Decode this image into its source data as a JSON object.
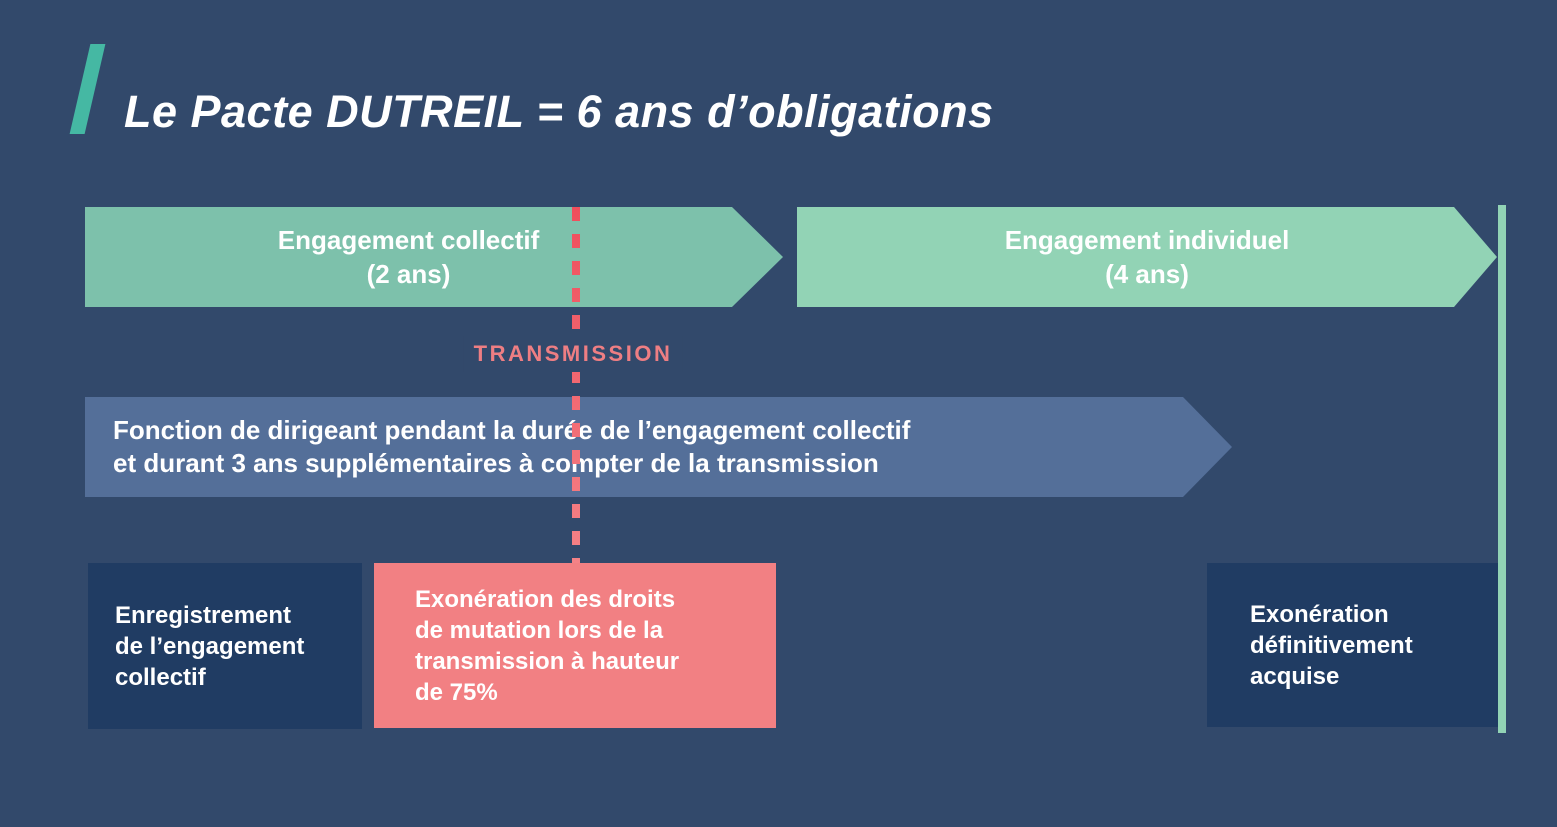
{
  "colors": {
    "background": "#32496B",
    "slash_teal": "#45B8A3",
    "arrow_collective": "#7DC1AB",
    "arrow_individual": "#92D3B5",
    "director_banner": "#546F99",
    "navy_box": "#203C63",
    "pink_box": "#F28083",
    "transmission_red": "#EF4E5C",
    "transmission_text": "#EE7E83",
    "end_line_green": "#92D3B5",
    "text_white": "#FFFFFF"
  },
  "title": {
    "text": "Le Pacte DUTREIL = 6 ans d’obligations"
  },
  "timeline": {
    "collective": {
      "line1": "Engagement collectif",
      "line2": "(2 ans)"
    },
    "individual": {
      "line1": "Engagement individuel",
      "line2": "(4 ans)"
    },
    "transmission_label": "TRANSMISSION",
    "director_banner": {
      "line1": "Fonction de dirigeant pendant la durée de l’engagement collectif",
      "line2": "et durant 3 ans supplémentaires à compter de la transmission"
    }
  },
  "boxes": {
    "registration": {
      "lines": [
        "Enregistrement",
        "de l’engagement",
        "collectif"
      ]
    },
    "exoneration75": {
      "lines": [
        "Exonération des droits",
        "de mutation lors de la",
        "transmission à hauteur",
        "de 75%"
      ]
    },
    "exoneration_final": {
      "lines": [
        "Exonération",
        "définitivement",
        "acquise"
      ]
    }
  }
}
